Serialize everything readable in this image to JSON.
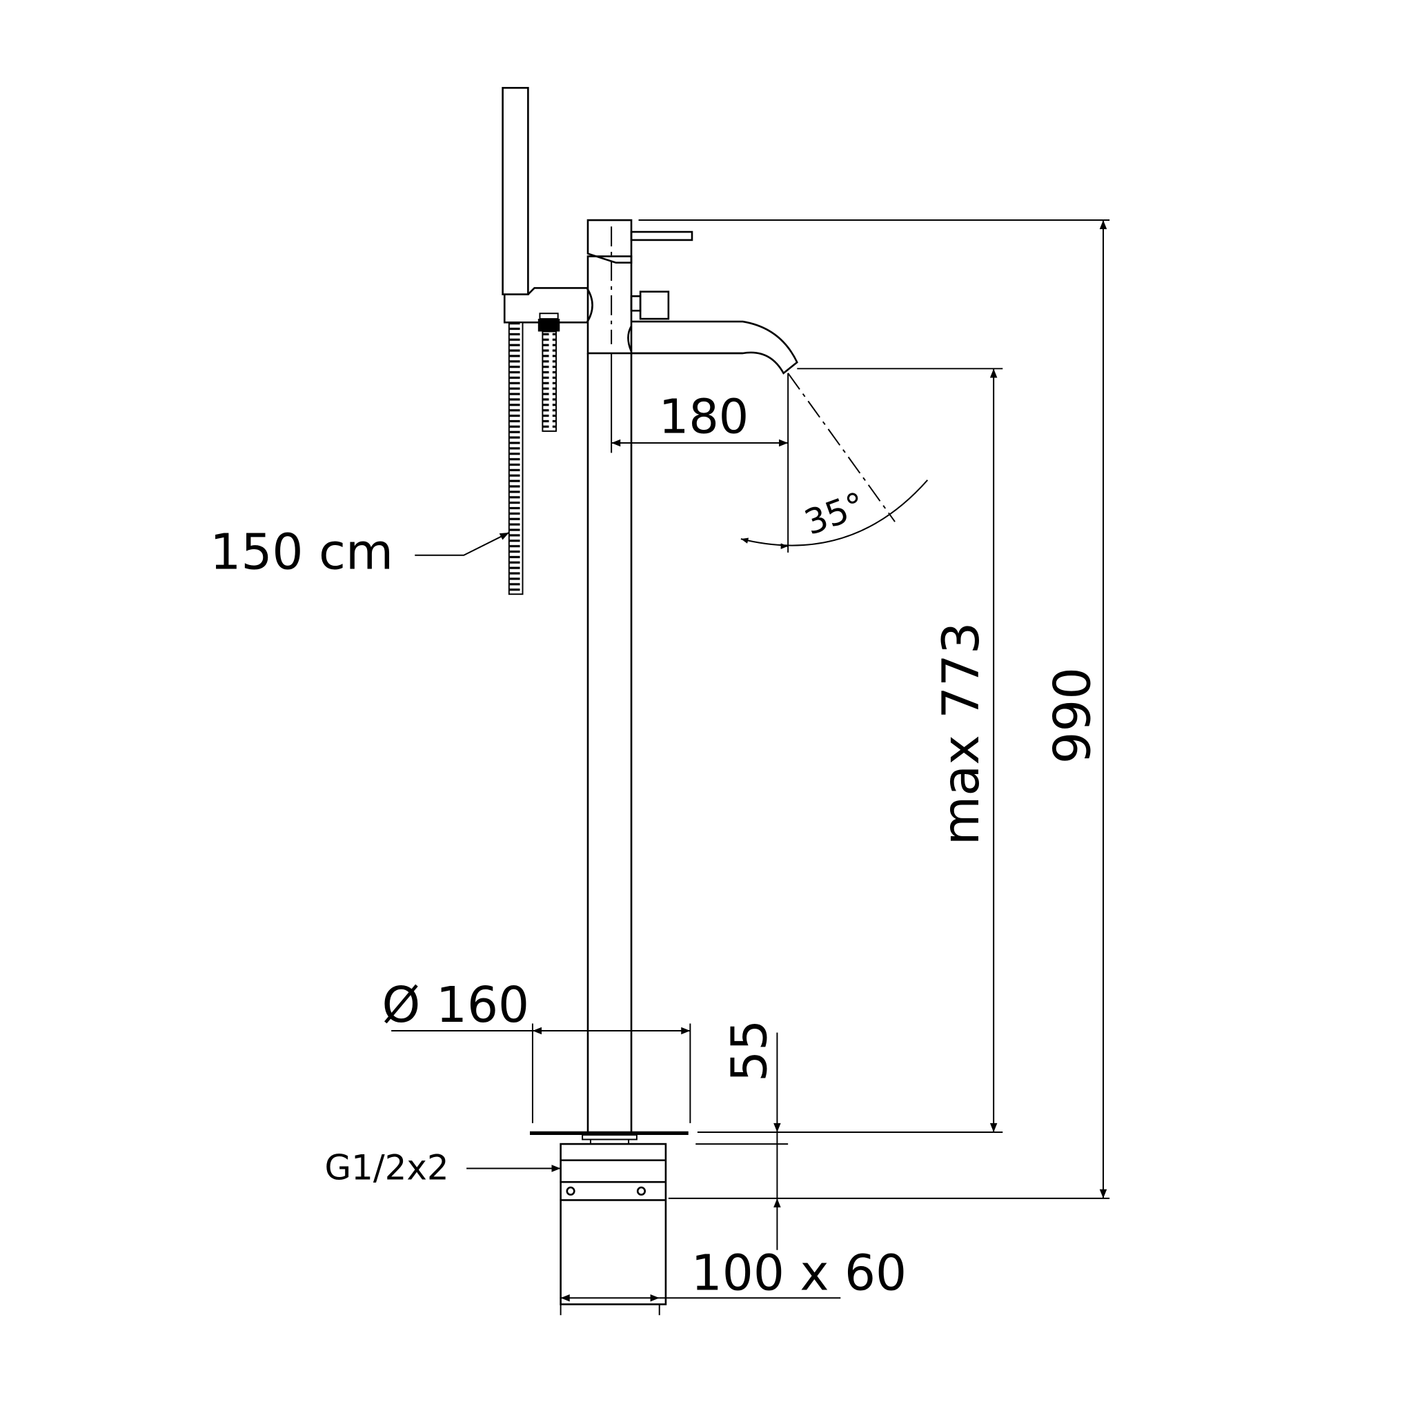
{
  "drawing": {
    "dimensions": {
      "spout_reach": "180",
      "spout_angle": "35°",
      "hose_length": "150 cm",
      "max_spout_height": "max  773",
      "total_height": "990",
      "base_diameter": "Ø 160",
      "base_height": "55",
      "connection": "G1/2x2",
      "box_size": "100 x 60"
    },
    "colors": {
      "line": "#000000",
      "background": "#ffffff"
    }
  }
}
